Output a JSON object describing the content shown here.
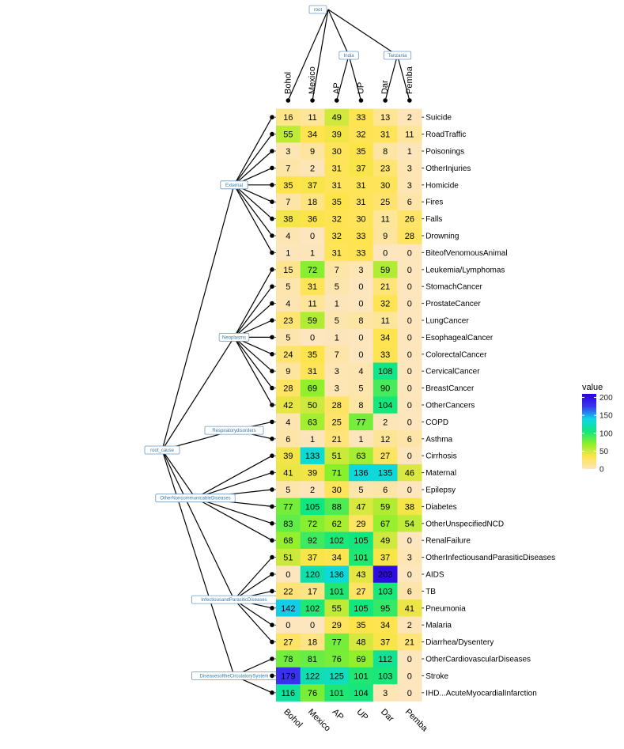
{
  "chart_data": {
    "type": "heatmap",
    "columns": [
      "Bohol",
      "Mexico",
      "AP",
      "UP",
      "Dar",
      "Pemba"
    ],
    "column_tree": {
      "root": "root",
      "groups": [
        {
          "label": "",
          "leaves": [
            "Bohol"
          ]
        },
        {
          "label": "",
          "leaves": [
            "Mexico"
          ]
        },
        {
          "label": "India",
          "leaves": [
            "AP",
            "UP"
          ]
        },
        {
          "label": "Tanzania",
          "leaves": [
            "Dar",
            "Pemba"
          ]
        }
      ]
    },
    "row_tree": {
      "root": "root_cause",
      "groups": [
        {
          "label": "External",
          "rows": [
            "Suicide",
            "RoadTraffic",
            "Poisonings",
            "OtherInjuries",
            "Homicide",
            "Fires",
            "Falls",
            "Drowning",
            "BiteofVenomousAnimal"
          ]
        },
        {
          "label": "Neoplasms",
          "rows": [
            "Leukemia/Lymphomas",
            "StomachCancer",
            "ProstateCancer",
            "LungCancer",
            "EsophagealCancer",
            "ColorectalCancer",
            "CervicalCancer",
            "BreastCancer",
            "OtherCancers"
          ]
        },
        {
          "label": "Respiratorydisorders",
          "rows": [
            "COPD",
            "Asthma"
          ]
        },
        {
          "label": "OtherNoncommunicableDiseases",
          "rows": [
            "Cirrhosis",
            "Maternal",
            "Epilepsy",
            "Diabetes",
            "OtherUnspecifiedNCD",
            "RenalFailure"
          ]
        },
        {
          "label": "InfectiousandParasiticDiseases",
          "rows": [
            "OtherInfectiousandParasiticDiseases",
            "AIDS",
            "TB",
            "Pneumonia",
            "Malaria",
            "Diarrhea/Dysentery"
          ]
        },
        {
          "label": "DiseasesoftheCirculatorySystem",
          "rows": [
            "OtherCardiovascularDiseases",
            "Stroke",
            "IHD...AcuteMyocardialInfarction"
          ]
        }
      ]
    },
    "rows": [
      {
        "name": "Suicide",
        "values": [
          16,
          11,
          49,
          33,
          13,
          2
        ]
      },
      {
        "name": "RoadTraffic",
        "values": [
          55,
          34,
          39,
          32,
          31,
          11
        ]
      },
      {
        "name": "Poisonings",
        "values": [
          3,
          9,
          30,
          35,
          8,
          1
        ]
      },
      {
        "name": "OtherInjuries",
        "values": [
          7,
          2,
          31,
          37,
          23,
          3
        ]
      },
      {
        "name": "Homicide",
        "values": [
          35,
          37,
          31,
          31,
          30,
          3
        ]
      },
      {
        "name": "Fires",
        "values": [
          7,
          18,
          35,
          31,
          25,
          6
        ]
      },
      {
        "name": "Falls",
        "values": [
          38,
          36,
          32,
          30,
          11,
          26
        ]
      },
      {
        "name": "Drowning",
        "values": [
          4,
          0,
          32,
          33,
          9,
          28
        ]
      },
      {
        "name": "BiteofVenomousAnimal",
        "values": [
          1,
          1,
          31,
          33,
          0,
          0
        ]
      },
      {
        "name": "Leukemia/Lymphomas",
        "values": [
          15,
          72,
          7,
          3,
          59,
          0
        ]
      },
      {
        "name": "StomachCancer",
        "values": [
          5,
          31,
          5,
          0,
          21,
          0
        ]
      },
      {
        "name": "ProstateCancer",
        "values": [
          4,
          11,
          1,
          0,
          32,
          0
        ]
      },
      {
        "name": "LungCancer",
        "values": [
          23,
          59,
          5,
          8,
          11,
          0
        ]
      },
      {
        "name": "EsophagealCancer",
        "values": [
          5,
          0,
          1,
          0,
          34,
          0
        ]
      },
      {
        "name": "ColorectalCancer",
        "values": [
          24,
          35,
          7,
          0,
          33,
          0
        ]
      },
      {
        "name": "CervicalCancer",
        "values": [
          9,
          31,
          3,
          4,
          108,
          0
        ]
      },
      {
        "name": "BreastCancer",
        "values": [
          28,
          69,
          3,
          5,
          90,
          0
        ]
      },
      {
        "name": "OtherCancers",
        "values": [
          42,
          50,
          28,
          8,
          104,
          0
        ]
      },
      {
        "name": "COPD",
        "values": [
          4,
          63,
          25,
          77,
          2,
          0
        ]
      },
      {
        "name": "Asthma",
        "values": [
          6,
          1,
          21,
          1,
          12,
          6
        ]
      },
      {
        "name": "Cirrhosis",
        "values": [
          39,
          133,
          51,
          63,
          27,
          0
        ]
      },
      {
        "name": "Maternal",
        "values": [
          41,
          39,
          71,
          136,
          135,
          46
        ]
      },
      {
        "name": "Epilepsy",
        "values": [
          5,
          2,
          30,
          5,
          6,
          0
        ]
      },
      {
        "name": "Diabetes",
        "values": [
          77,
          105,
          88,
          47,
          59,
          38
        ]
      },
      {
        "name": "OtherUnspecifiedNCD",
        "values": [
          83,
          72,
          62,
          29,
          67,
          54
        ]
      },
      {
        "name": "RenalFailure",
        "values": [
          68,
          92,
          102,
          105,
          49,
          0
        ]
      },
      {
        "name": "OtherInfectiousandParasiticDiseases",
        "values": [
          51,
          37,
          34,
          101,
          37,
          3
        ]
      },
      {
        "name": "AIDS",
        "values": [
          0,
          120,
          136,
          43,
          203,
          0
        ]
      },
      {
        "name": "TB",
        "values": [
          22,
          17,
          101,
          27,
          103,
          6
        ]
      },
      {
        "name": "Pneumonia",
        "values": [
          142,
          102,
          55,
          105,
          95,
          41
        ]
      },
      {
        "name": "Malaria",
        "values": [
          0,
          0,
          29,
          35,
          34,
          2
        ]
      },
      {
        "name": "Diarrhea/Dysentery",
        "values": [
          27,
          18,
          77,
          48,
          37,
          21
        ]
      },
      {
        "name": "OtherCardiovascularDiseases",
        "values": [
          78,
          81,
          76,
          69,
          112,
          0
        ]
      },
      {
        "name": "Stroke",
        "values": [
          179,
          122,
          125,
          101,
          103,
          0
        ]
      },
      {
        "name": "IHD...AcuteMyocardialInfarction",
        "values": [
          116,
          76,
          101,
          104,
          3,
          0
        ]
      }
    ],
    "legend": {
      "title": "value",
      "ticks": [
        0,
        50,
        100,
        150,
        200
      ],
      "range": [
        0,
        210
      ],
      "placement": "right",
      "colors": [
        "#fde5be",
        "#fee44b",
        "#8ef02a",
        "#12e67e",
        "#0ed6e8",
        "#3a37f0",
        "#2a00dd"
      ]
    }
  }
}
